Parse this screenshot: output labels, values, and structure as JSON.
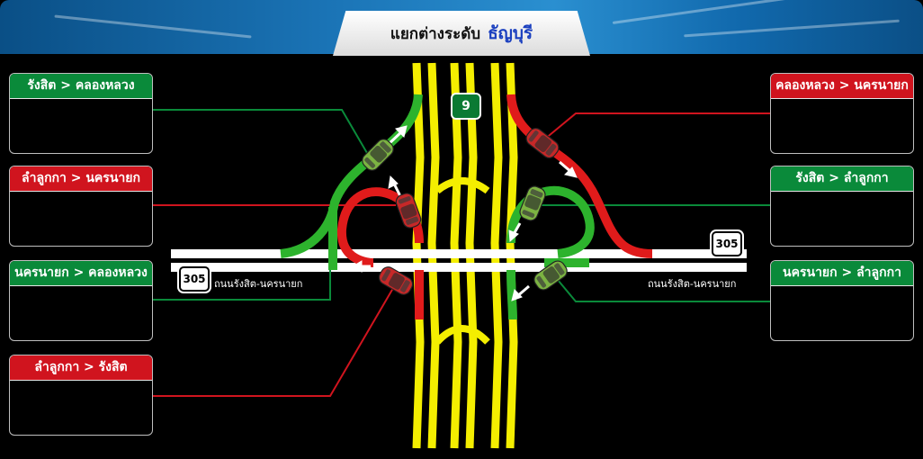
{
  "title": {
    "main": "แยกต่างระดับ",
    "accent": "ธัญบุรี"
  },
  "route_shields": {
    "highway_9": "9",
    "road_305_left": "305",
    "road_305_right": "305"
  },
  "road_labels": {
    "left": "ถนนรังสิต-นครนายก",
    "right": "ถนนรังสิต-นครนายก"
  },
  "panels": {
    "left": [
      {
        "label": "รังสิต > คลองหลวง",
        "color": "green"
      },
      {
        "label": "ลำลูกกา > นครนายก",
        "color": "red"
      },
      {
        "label": "นครนายก > คลองหลวง",
        "color": "green"
      },
      {
        "label": "ลำลูกกา > รังสิต",
        "color": "red"
      }
    ],
    "right": [
      {
        "label": "คลองหลวง > นครนายก",
        "color": "red"
      },
      {
        "label": "รังสิต > ลำลูกกา",
        "color": "green"
      },
      {
        "label": "นครนายก > ลำลูกกา",
        "color": "green"
      }
    ]
  },
  "colors": {
    "green_route": "#2db32d",
    "red_route": "#e01b1b",
    "highway": "#f4ee00",
    "header_blue": "#1a73b5",
    "car_green": "#7cb342",
    "car_red": "#c62828"
  },
  "icons": {
    "car": "car-icon",
    "arrow": "arrow-icon"
  }
}
